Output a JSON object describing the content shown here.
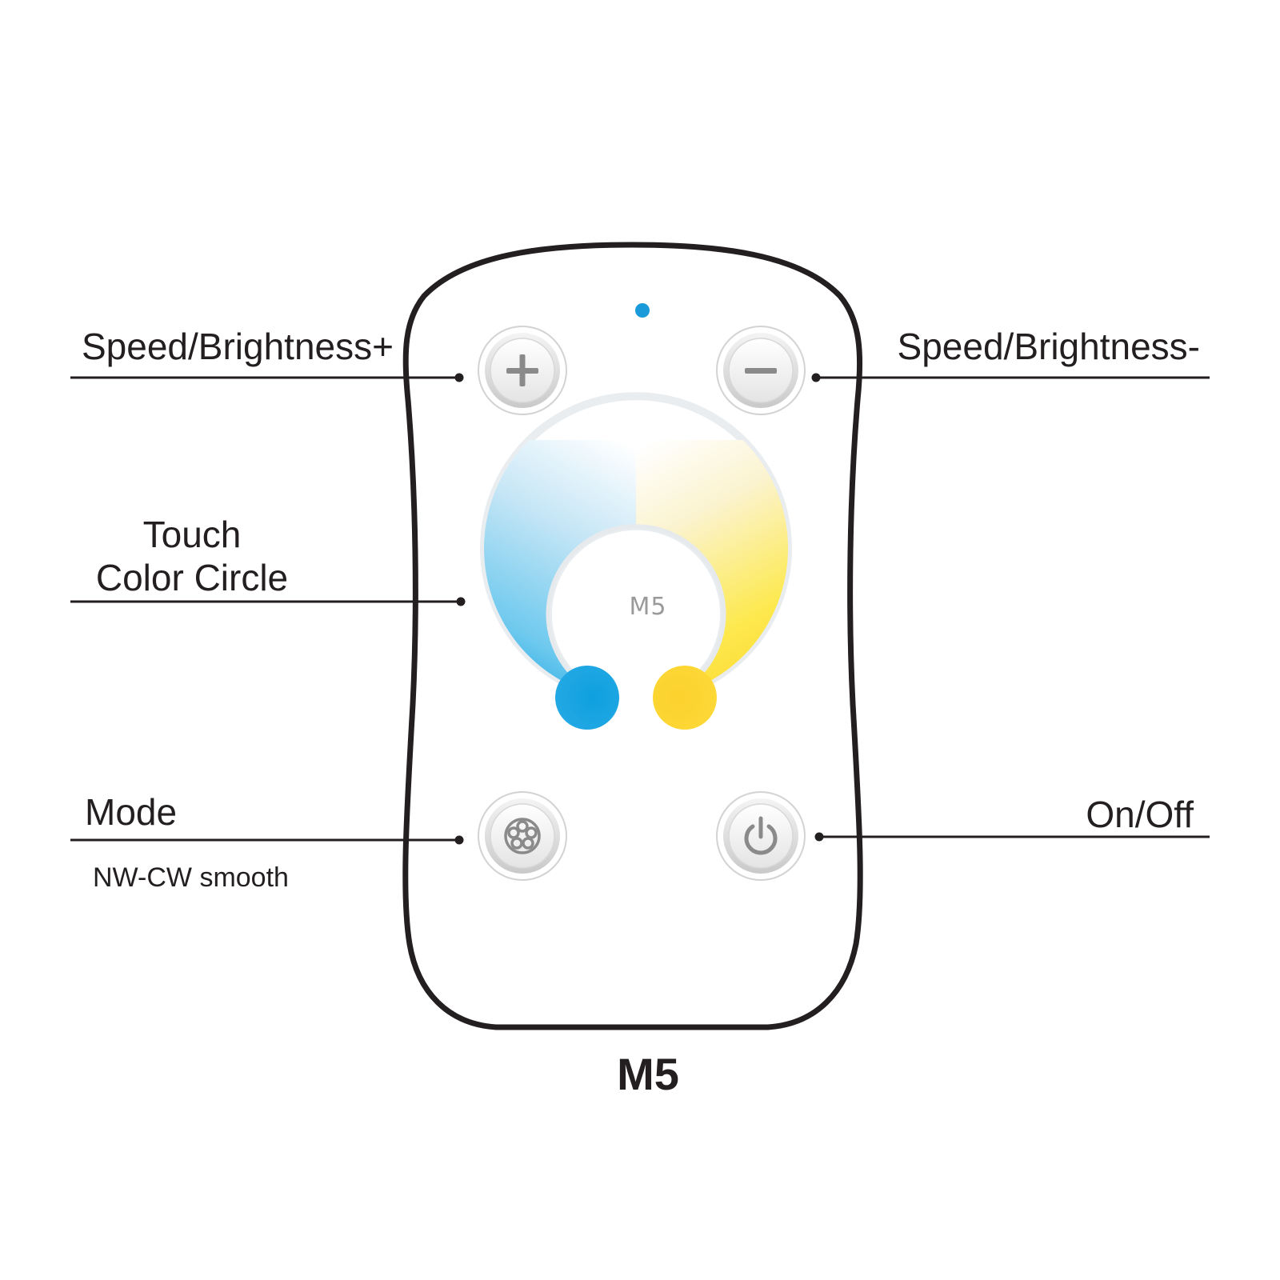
{
  "labels": {
    "speed_brightness_plus": "Speed/Brightness+",
    "speed_brightness_minus": "Speed/Brightness-",
    "touch_color_circle_line1": "Touch",
    "touch_color_circle_line2": "Color Circle",
    "mode": "Mode",
    "mode_note": "NW-CW smooth",
    "on_off": "On/Off"
  },
  "remote": {
    "wheel_mark": "M5",
    "model_caption": "M5"
  },
  "colors": {
    "outline": "#231f20",
    "indicator_led": "#1a9ad9",
    "cool_white": "#16a3e0",
    "neutral_white": "#ffffff",
    "warm_white": "#fde43a"
  },
  "icons": {
    "brightness_plus": "plus-icon",
    "brightness_minus": "minus-icon",
    "mode": "mode-dots-icon",
    "power": "power-icon"
  }
}
